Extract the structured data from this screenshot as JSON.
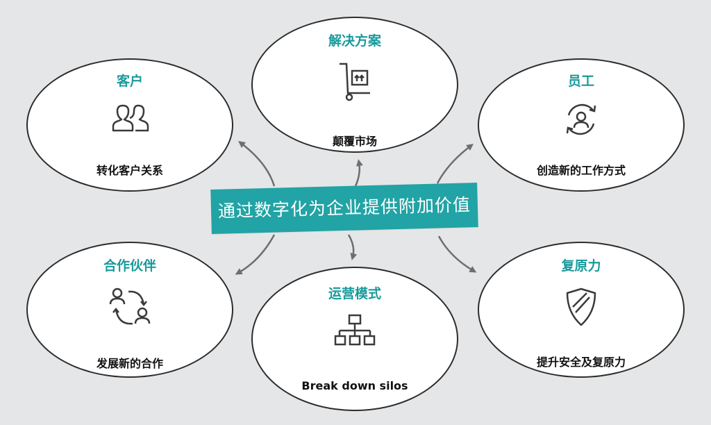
{
  "center": {
    "label": "通过数字化为企业提供附加价值"
  },
  "nodes": [
    {
      "title": "解决方案",
      "caption": "颠覆市场",
      "icon": "hand-truck-icon"
    },
    {
      "title": "客户",
      "caption": "转化客户关系",
      "icon": "people-icon"
    },
    {
      "title": "员工",
      "caption": "创造新的工作方式",
      "icon": "user-refresh-icon"
    },
    {
      "title": "合作伙伴",
      "caption": "发展新的合作",
      "icon": "partners-exchange-icon"
    },
    {
      "title": "运营模式",
      "caption": "Break down silos",
      "icon": "org-chart-icon"
    },
    {
      "title": "复原力",
      "caption": "提升安全及复原力",
      "icon": "shield-icon"
    }
  ],
  "colors": {
    "accent": "#22a3a5",
    "title": "#1a9a9c",
    "background": "#e5e6e7",
    "outline": "#2c2c2c",
    "arrow": "#6d6e70"
  }
}
